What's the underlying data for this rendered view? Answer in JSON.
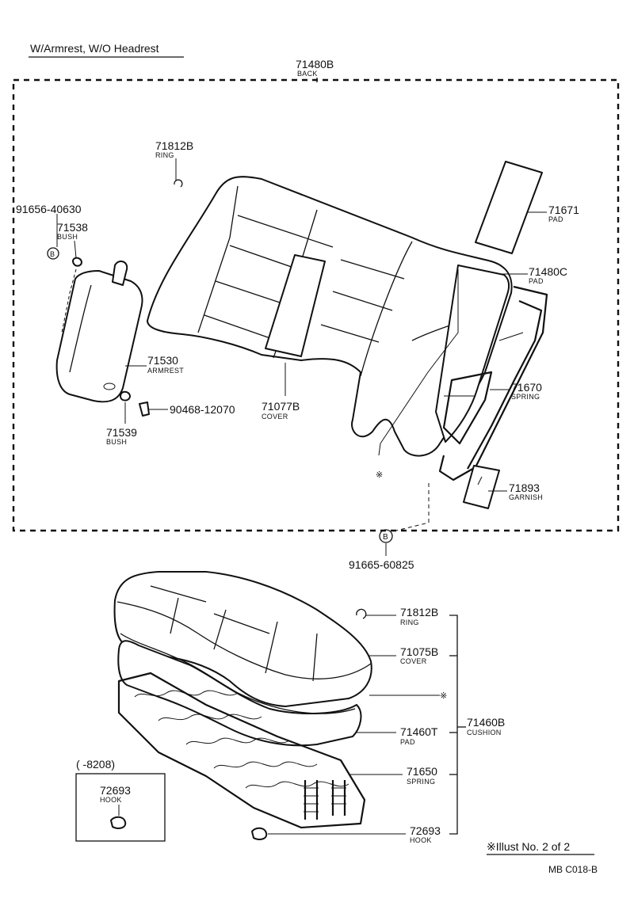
{
  "header": {
    "variant": "W/Armrest, W/O Headrest",
    "code": "MB C018-B",
    "illust": "※Illust No. 2 of 2"
  },
  "back_group": {
    "number": "71480B",
    "name": "BACK"
  },
  "callouts": {
    "ring_back": {
      "number": "71812B",
      "name": "RING"
    },
    "bolt_armrest": {
      "number": "91656-40630"
    },
    "bush_upper": {
      "number": "71538",
      "name": "BUSH"
    },
    "bush_lower": {
      "number": "71539",
      "name": "BUSH"
    },
    "armrest": {
      "number": "71530",
      "name": "ARMREST"
    },
    "clip": {
      "number": "90468-12070"
    },
    "cover_back": {
      "number": "71077B",
      "name": "COVER"
    },
    "pad_top": {
      "number": "71671",
      "name": "PAD"
    },
    "pad_back": {
      "number": "71480C",
      "name": "PAD"
    },
    "spring_back": {
      "number": "71670",
      "name": "SPRING"
    },
    "garnish": {
      "number": "71893",
      "name": "GARNISH"
    },
    "bolt_back": {
      "number": "91665-60825"
    },
    "ring_cushion": {
      "number": "71812B",
      "name": "RING"
    },
    "cover_cushion": {
      "number": "71075B",
      "name": "COVER"
    },
    "pad_cushion": {
      "number": "71460T",
      "name": "PAD"
    },
    "cushion_group": {
      "number": "71460B",
      "name": "CUSHION"
    },
    "spring_cushion": {
      "number": "71650",
      "name": "SPRING"
    },
    "hook_main": {
      "number": "72693",
      "name": "HOOK"
    },
    "hook_inset": {
      "number": "72693",
      "name": "HOOK"
    }
  },
  "inset": {
    "range": "(      -8208)"
  },
  "symbols": {
    "bolt_marker": "B",
    "asterisk": "※"
  }
}
